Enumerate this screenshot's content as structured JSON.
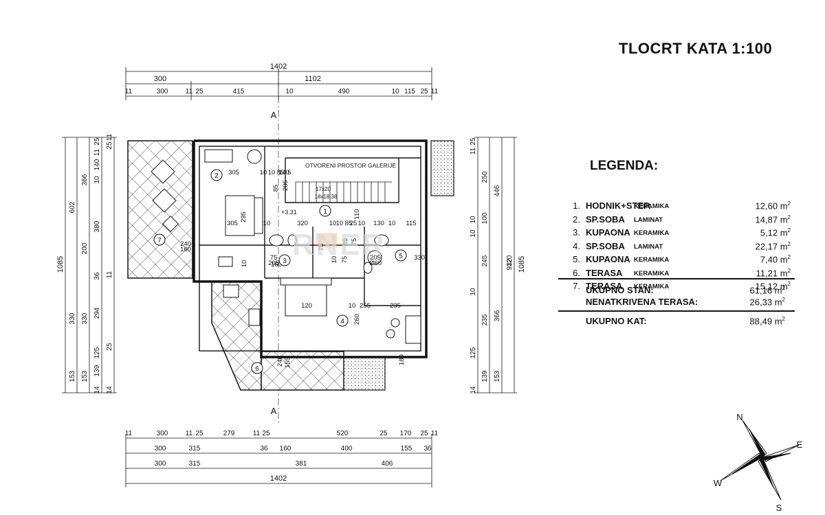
{
  "title": "TLOCRT KATA 1:100",
  "legend": {
    "title": "LEGENDA:",
    "items": [
      {
        "num": "1.",
        "name": "HODNIK+STEP.",
        "material": "KERAMIKA",
        "area": "12,60"
      },
      {
        "num": "2.",
        "name": "SP.SOBA",
        "material": "LAMINAT",
        "area": "14,87"
      },
      {
        "num": "3.",
        "name": "KUPAONA",
        "material": "KERAMIKA",
        "area": "5,12"
      },
      {
        "num": "4.",
        "name": "SP.SOBA",
        "material": "LAMINAT",
        "area": "22,17"
      },
      {
        "num": "5.",
        "name": "KUPAONA",
        "material": "KERAMIKA",
        "area": "7,40"
      },
      {
        "num": "6.",
        "name": "TERASA",
        "material": "KERAMIKA",
        "area": "11,21"
      },
      {
        "num": "7.",
        "name": "TERASA",
        "material": "KERAMIKA",
        "area": "15,12"
      }
    ],
    "unit": "m",
    "unit_sup": "2",
    "totals": [
      {
        "label": "UKUPNO STAN:",
        "value": "61,16"
      },
      {
        "label": "NENATKRIVENA TERASA:",
        "value": "26,33"
      }
    ],
    "grand_total": {
      "label": "UKUPNO KAT:",
      "value": "88,49"
    }
  },
  "plan": {
    "gallery_label": "OTVORENI PROSTOR GALERIJE",
    "stair_label_1": "17x20",
    "stair_label_2": "18x18.38",
    "level_mark": "+3.31",
    "section_mark": "A",
    "room_numbers": [
      "1",
      "2",
      "3",
      "4",
      "5",
      "6",
      "7"
    ],
    "top_dims": {
      "row1": [
        "1402"
      ],
      "row2": [
        "300",
        "1102"
      ],
      "row3": [
        "11",
        "300",
        "11",
        "25",
        "415",
        "10",
        "490",
        "10",
        "115",
        "25",
        "11"
      ]
    },
    "bottom_dims": {
      "row1": [
        "11",
        "300",
        "11",
        "25",
        "279",
        "11",
        "25",
        "520",
        "25",
        "170",
        "25",
        "11"
      ],
      "row2": [
        "300",
        "315",
        "36",
        "160",
        "400",
        "155",
        "36"
      ],
      "row3": [
        "300",
        "315",
        "381",
        "406"
      ],
      "row4": [
        "1402"
      ]
    },
    "left_dims": {
      "outer": "1085",
      "col2": [
        "602",
        "330",
        "153"
      ],
      "col3": [
        "366",
        "200",
        "330",
        "153"
      ],
      "col4": [
        "25",
        "11",
        "140",
        "10",
        "380",
        "36",
        "294",
        "125",
        "139",
        "14"
      ],
      "col5": [
        "11",
        "25",
        "11",
        "25",
        "14"
      ]
    },
    "right_dims": {
      "outer": "1085",
      "col2": [
        "932"
      ],
      "col3": [
        "446",
        "366",
        "153"
      ],
      "col4": [
        "250",
        "100",
        "245",
        "120",
        "235",
        "139"
      ],
      "col5": [
        "25",
        "11",
        "10",
        "10",
        "10",
        "125",
        "14"
      ]
    },
    "inner_dims": [
      "305",
      "10",
      "10",
      "85",
      "5",
      "140",
      "85",
      "205",
      "295",
      "305",
      "10",
      "320",
      "10",
      "10",
      "85",
      "25",
      "10",
      "130",
      "10",
      "115",
      "110",
      "85",
      "75",
      "10",
      "75",
      "205",
      "160",
      "75",
      "10",
      "75",
      "205",
      "Ø60",
      "330",
      "120",
      "10",
      "255",
      "235",
      "260",
      "240",
      "160",
      "240",
      "155",
      "180"
    ]
  },
  "compass": {
    "n": "N",
    "e": "E",
    "s": "S",
    "w": "W"
  }
}
